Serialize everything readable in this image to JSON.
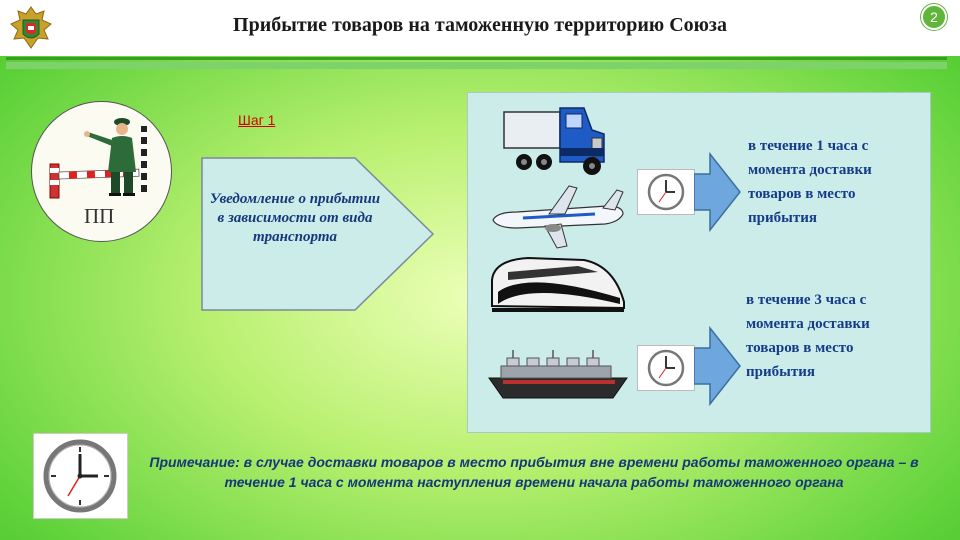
{
  "header": {
    "title": "Прибытие товаров на таможенную территорию Союза",
    "slide_number": "2",
    "emblem_icon": "customs-emblem-icon"
  },
  "left": {
    "checkpoint_label": "ПП",
    "checkpoint_icon": "customs-officer-barrier-icon",
    "step_label": "Шаг 1",
    "notification_text": "Уведомление о прибытии в зависимости от вида транспорта"
  },
  "panel": {
    "vehicles": [
      "truck-icon",
      "airplane-icon",
      "train-icon",
      "ship-icon"
    ],
    "groups": [
      {
        "text": "в течение 1 часа с момента доставки товаров в место прибытия",
        "clock_icon": "clock-icon",
        "arrow_icon": "arrow-right-icon"
      },
      {
        "text": "в течение 3 часа с момента доставки товаров в место прибытия",
        "clock_icon": "clock-icon",
        "arrow_icon": "arrow-right-icon"
      }
    ]
  },
  "note": {
    "text": "Примечание: в случае доставки товаров в место прибытия вне времени работы таможенного органа – в течение 1 часа с момента наступления времени начала работы таможенного органа",
    "clock_icon": "clock-icon"
  },
  "colors": {
    "title": "#1a1a1a",
    "step": "#d40000",
    "text_blue": "#153c88",
    "panel": "#ccecea",
    "rule": "#7dd36a",
    "background": "#b9f070"
  }
}
